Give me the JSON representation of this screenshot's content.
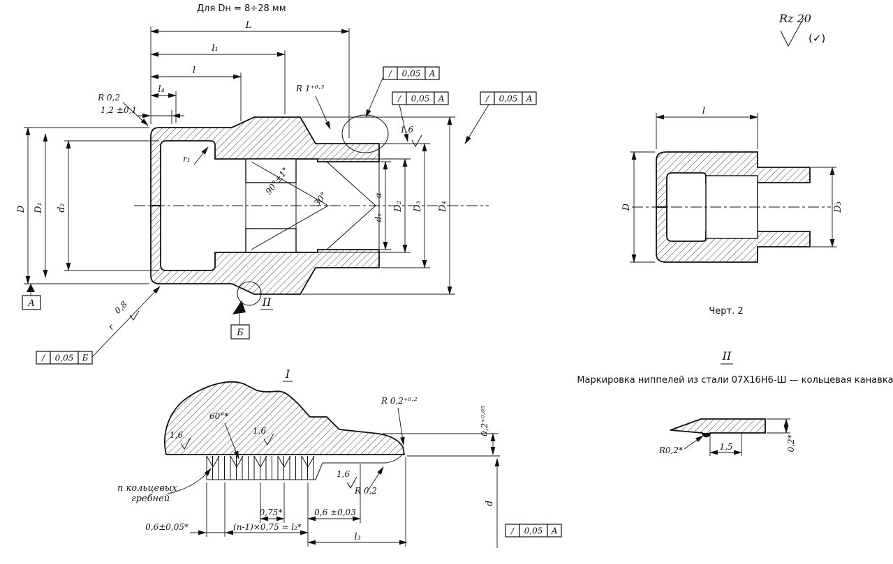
{
  "note_top": "Для Dн = 8÷28 мм",
  "roughness_corner": {
    "rz": "Rz 20",
    "paren": "(✓)"
  },
  "tol": {
    "sym": "/",
    "val": "0,05",
    "datum_a": "А",
    "datum_b": "Б"
  },
  "main": {
    "dim_L": "L",
    "dim_l1": "l₁",
    "dim_l": "l",
    "dim_l4": "l₄",
    "wall": "1,2 ±0,1",
    "r_corner": "R 0,2",
    "r1": "R 1⁺⁰·³",
    "rough_16": "1,6",
    "rough_08": "0,8",
    "dim_D": "D",
    "dim_D1": "D₁",
    "dim_d2": "d₂",
    "alpha": "α",
    "dim_d1": "d₁",
    "dim_D2": "D₂",
    "dim_D3": "D₃",
    "dim_D4": "D₄",
    "angle_90": "90°±1°",
    "angle_30": "30°",
    "r_small_1": "r₁",
    "r_small": "r",
    "datum_a": "А",
    "datum_b": "Б",
    "callout_ii": "II"
  },
  "detail_i": {
    "label": "I",
    "r02_plus": "R 0,2⁺⁰·²",
    "angle_60": "60°*",
    "rough_16": "1,6",
    "ridges_line1": "n кольцевых",
    "ridges_line2": "гребней",
    "pitch": "0,75*",
    "width_003": "0,6 ±0,03",
    "r02": "R 0,2",
    "depth": "0,2⁺⁰·⁰⁵",
    "width_005": "0,6±0,05*",
    "formula": "(n-1)×0,75 = l₂*",
    "dim_l3": "l₃",
    "dim_d": "d"
  },
  "fig2": {
    "dim_l": "l",
    "dim_D": "D",
    "dim_D3": "D₃",
    "caption": "Черт. 2"
  },
  "detail_ii": {
    "label": "II",
    "caption": "Маркировка ниппелей из стали 07Х16Н6-Ш — кольцевая канавка",
    "r02": "R0,2*",
    "width": "1,5",
    "depth": "0,2*"
  }
}
